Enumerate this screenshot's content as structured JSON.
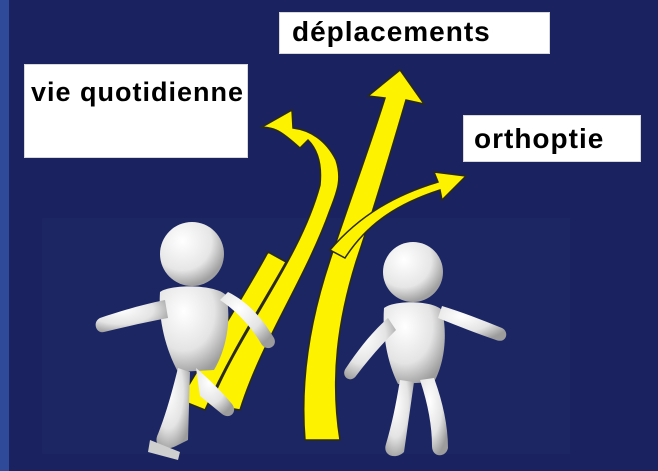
{
  "labels": {
    "top": "déplacements",
    "left": "vie quotidienne",
    "right": "orthoptie"
  },
  "colors": {
    "background": "#1a2360",
    "arrows": "#fdf200",
    "labels_bg": "#ffffff"
  }
}
